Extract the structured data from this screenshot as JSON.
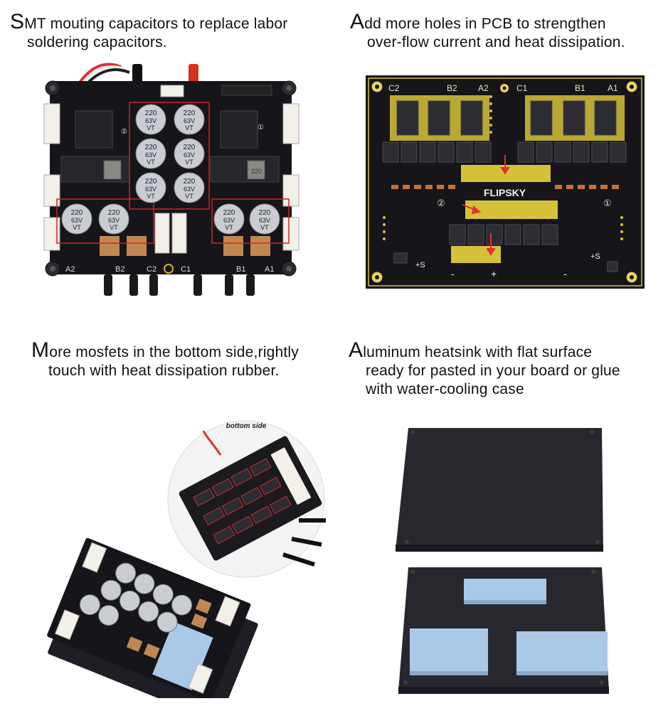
{
  "captions": {
    "top_left": {
      "first": "S",
      "line1_rest": "MT mouting capacitors to replace labor",
      "line2": "soldering capacitors."
    },
    "top_right": {
      "first": "A",
      "line1_rest": "dd more holes in PCB to strengthen",
      "line2": "over-flow current and heat dissipation."
    },
    "bottom_left": {
      "first": "M",
      "line1_rest": "ore mosfets in the bottom side,rightly",
      "line2": "touch with heat dissipation rubber."
    },
    "bottom_right": {
      "first": "A",
      "line1_rest": "luminum heatsink with flat surface",
      "line2": "ready for pasted in your board or glue",
      "line3": "with water-cooling case"
    }
  },
  "board_photo": {
    "capacitor_text": [
      "220",
      "63V",
      "VT"
    ],
    "phase_labels": [
      "A2",
      "B2",
      "C2",
      "C1",
      "B1",
      "A1"
    ],
    "marks": [
      "②",
      "①",
      "220"
    ]
  },
  "pcb_layout": {
    "brand": "FLIPSKY",
    "phase_labels": [
      "C2",
      "B2",
      "A2",
      "C1",
      "B1",
      "A1"
    ],
    "marks": [
      "②",
      "①"
    ],
    "polarity": [
      "-",
      "+",
      "+S",
      "-",
      "+S"
    ]
  },
  "bottom_view": {
    "label": "bottom side"
  },
  "colors": {
    "text": "#111111",
    "pcb_black": "#15151a",
    "pcb_gold": "#d6c23a",
    "cap_silver": "#c9cdd3",
    "heatsink": "#27282e",
    "thermal_pad": "#a9c9e8",
    "red_outline": "#d42020"
  }
}
